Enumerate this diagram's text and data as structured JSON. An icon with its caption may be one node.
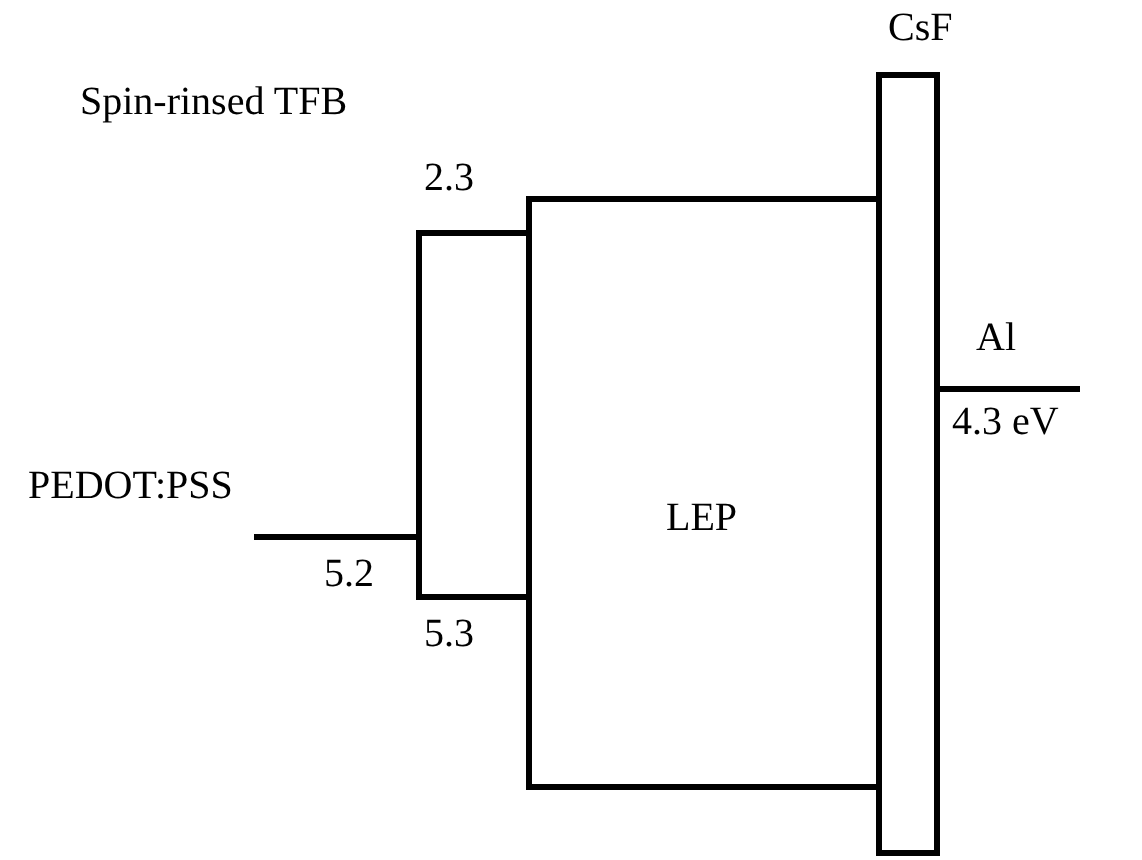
{
  "diagram": {
    "nodes": [
      {
        "text": [
          "Spin-rinsed TFB"
        ]
      },
      {
        "text": [
          "LEP"
        ]
      },
      {
        "text": [
          "CsF"
        ]
      },
      {
        "text": [
          "PEDOT:PSS"
        ]
      },
      {
        "text": [
          "Al"
        ]
      }
    ],
    "edges": [],
    "labels": [
      "2.3",
      "5.3",
      "5.2",
      "4.3 eV"
    ]
  }
}
